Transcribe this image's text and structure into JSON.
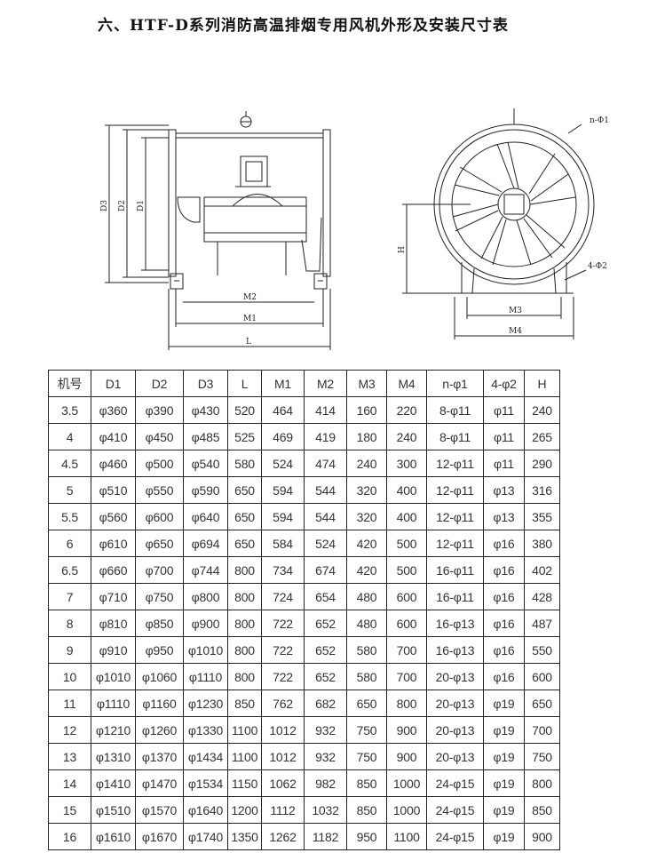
{
  "title": "六、HTF-D系列消防高温排烟专用风机外形及安装尺寸表",
  "drawing": {
    "side_labels": [
      "D3",
      "D2",
      "D1",
      "M2",
      "M1",
      "L"
    ],
    "front_labels": [
      "n-Φ1",
      "H",
      "4-Φ2",
      "M3",
      "M4"
    ]
  },
  "table": {
    "headers": [
      "机号",
      "D1",
      "D2",
      "D3",
      "L",
      "M1",
      "M2",
      "M3",
      "M4",
      "n-φ1",
      "4-φ2",
      "H"
    ],
    "rows": [
      [
        "3.5",
        "φ360",
        "φ390",
        "φ430",
        "520",
        "464",
        "414",
        "160",
        "220",
        "8-φ11",
        "φ11",
        "240"
      ],
      [
        "4",
        "φ410",
        "φ450",
        "φ485",
        "525",
        "469",
        "419",
        "180",
        "240",
        "8-φ11",
        "φ11",
        "265"
      ],
      [
        "4.5",
        "φ460",
        "φ500",
        "φ540",
        "580",
        "524",
        "474",
        "240",
        "300",
        "12-φ11",
        "φ11",
        "290"
      ],
      [
        "5",
        "φ510",
        "φ550",
        "φ590",
        "650",
        "594",
        "544",
        "320",
        "400",
        "12-φ11",
        "φ13",
        "316"
      ],
      [
        "5.5",
        "φ560",
        "φ600",
        "φ640",
        "650",
        "594",
        "544",
        "320",
        "400",
        "12-φ11",
        "φ13",
        "355"
      ],
      [
        "6",
        "φ610",
        "φ650",
        "φ694",
        "650",
        "584",
        "524",
        "420",
        "500",
        "12-φ11",
        "φ16",
        "380"
      ],
      [
        "6.5",
        "φ660",
        "φ700",
        "φ744",
        "800",
        "734",
        "674",
        "420",
        "500",
        "16-φ11",
        "φ16",
        "402"
      ],
      [
        "7",
        "φ710",
        "φ750",
        "φ800",
        "800",
        "724",
        "654",
        "480",
        "600",
        "16-φ11",
        "φ16",
        "428"
      ],
      [
        "8",
        "φ810",
        "φ850",
        "φ900",
        "800",
        "722",
        "652",
        "480",
        "600",
        "16-φ13",
        "φ16",
        "487"
      ],
      [
        "9",
        "φ910",
        "φ950",
        "φ1010",
        "800",
        "722",
        "652",
        "580",
        "700",
        "16-φ13",
        "φ16",
        "550"
      ],
      [
        "10",
        "φ1010",
        "φ1060",
        "φ1110",
        "800",
        "722",
        "652",
        "580",
        "700",
        "20-φ13",
        "φ16",
        "600"
      ],
      [
        "11",
        "φ1110",
        "φ1160",
        "φ1230",
        "850",
        "762",
        "682",
        "650",
        "800",
        "20-φ13",
        "φ19",
        "650"
      ],
      [
        "12",
        "φ1210",
        "φ1260",
        "φ1330",
        "1100",
        "1012",
        "932",
        "750",
        "900",
        "20-φ13",
        "φ19",
        "700"
      ],
      [
        "13",
        "φ1310",
        "φ1370",
        "φ1434",
        "1100",
        "1012",
        "932",
        "750",
        "900",
        "20-φ13",
        "φ19",
        "750"
      ],
      [
        "14",
        "φ1410",
        "φ1470",
        "φ1534",
        "1150",
        "1062",
        "982",
        "850",
        "1000",
        "24-φ15",
        "φ19",
        "800"
      ],
      [
        "15",
        "φ1510",
        "φ1570",
        "φ1640",
        "1200",
        "1112",
        "1032",
        "850",
        "1000",
        "24-φ15",
        "φ19",
        "850"
      ],
      [
        "16",
        "φ1610",
        "φ1670",
        "φ1740",
        "1350",
        "1262",
        "1182",
        "950",
        "1100",
        "24-φ15",
        "φ19",
        "900"
      ]
    ]
  }
}
